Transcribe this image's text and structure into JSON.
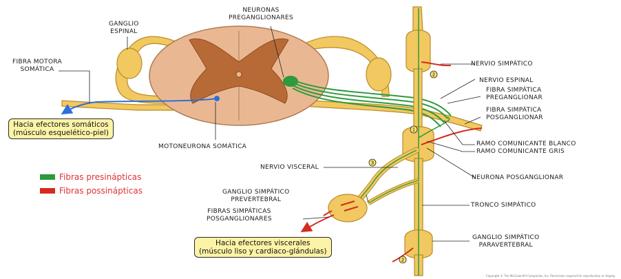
{
  "labels": {
    "ganglio_espinal": "GANGLIO\nESPINAL",
    "neuronas_preganglionares": "NEURONAS\nPREGANGLIONARES",
    "fibra_motora_somatica": "FIBRA MOTORA\nSOMÁTICA",
    "motoneurona_somatica": "MOTONEURONA SOMÁTICA",
    "nervio_simpatico": "NERVIO SIMPÁTICO",
    "nervio_espinal": "NERVIO ESPINAL",
    "fibra_simpatica_preganglionar": "FIBRA SIMPÁTICA\nPREGANGLIONAR",
    "fibra_simpatica_posganglionar": "FIBRA SIMPÁTICA\nPOSGANGLIONAR",
    "ramo_comunicante_blanco": "RAMO COMUNICANTE BLANCO",
    "ramo_comunicante_gris": "RAMO COMUNICANTE GRIS",
    "nervio_visceral": "NERVIO VISCERAL",
    "neurona_posganglionar": "NEURONA POSGANGLIONAR",
    "ganglio_simpatico_prevertebral": "GANGLIO SIMPÁTICO\nPREVERTEBRAL",
    "tronco_simpatico": "TRONCO SIMPÁTICO",
    "fibras_simpaticas_posganglionares": "FIBRAS SIMPÁTICAS\nPOSGANGLIONARES",
    "ganglio_simpatico_paravertebral": "GANGLIO SIMPÁTICO\nPARAVERTEBRAL"
  },
  "boxes": {
    "efectores_somaticos": "Hacia efectores somáticos\n(músculo esquelético-piel)",
    "efectores_viscerales": "Hacia efectores viscerales\n(músculo liso y cardiaco-glándulas)"
  },
  "legend": {
    "presinapticas": "Fibras presinápticas",
    "possinapticas": "Fibras possinápticas"
  },
  "markers": {
    "m1": "1",
    "m2": "2",
    "m3": "3",
    "m4": "2"
  },
  "copyright": "Copyright © The McGraw-Hill Companies, Inc. Permission required for reproduction or display.",
  "colors": {
    "nerve_fill": "#f2c860",
    "nerve_stroke": "#b88a2a",
    "cord_white": "#e9b893",
    "cord_grey": "#b86a36",
    "presynaptic": "#2e9a3c",
    "postsynaptic": "#d42a1f",
    "somatic_motor": "#2e6fd8",
    "callout_box": "#fdf3a6"
  }
}
